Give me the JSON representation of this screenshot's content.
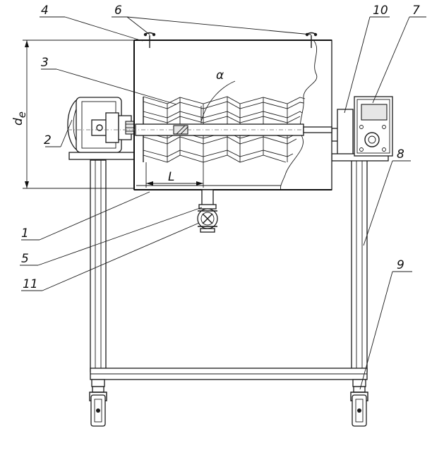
{
  "callouts": [
    {
      "id": "1",
      "text": "1"
    },
    {
      "id": "2",
      "text": "2"
    },
    {
      "id": "3",
      "text": "3"
    },
    {
      "id": "4",
      "text": "4"
    },
    {
      "id": "5",
      "text": "5"
    },
    {
      "id": "6",
      "text": "6"
    },
    {
      "id": "7",
      "text": "7"
    },
    {
      "id": "8",
      "text": "8"
    },
    {
      "id": "9",
      "text": "9"
    },
    {
      "id": "10",
      "text": "10"
    },
    {
      "id": "11",
      "text": "11"
    }
  ],
  "dimensions": {
    "diameter": "d",
    "diameter_subscript": "e",
    "length": "L",
    "angle": "α"
  }
}
